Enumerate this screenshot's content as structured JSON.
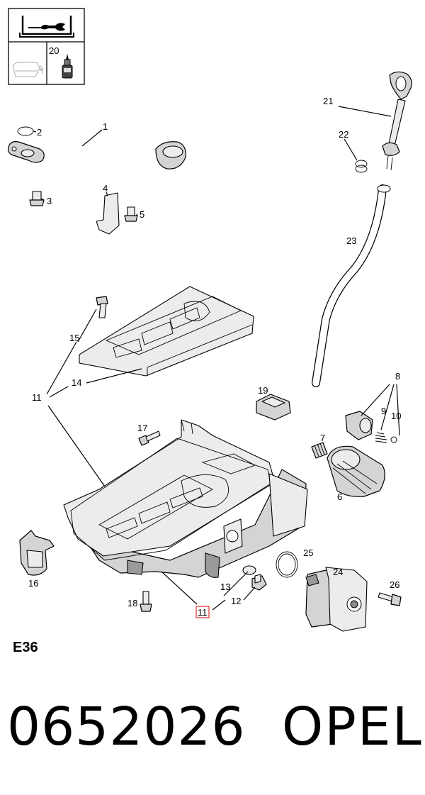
{
  "legend": {
    "item_label": "20"
  },
  "callouts": {
    "c1": "1",
    "c2": "2",
    "c3": "3",
    "c4": "4",
    "c5": "5",
    "c6": "6",
    "c7": "7",
    "c8": "8",
    "c9": "9",
    "c10": "10",
    "c11a": "11",
    "c11b": "11",
    "c12": "12",
    "c13": "13",
    "c14": "14",
    "c15": "15",
    "c16": "16",
    "c17": "17",
    "c18": "18",
    "c19": "19",
    "c21": "21",
    "c22": "22",
    "c23": "23",
    "c24": "24",
    "c25": "25",
    "c26": "26"
  },
  "highlight_color": "#e03030",
  "section_code": "E36",
  "footer": {
    "part_number": "0652026",
    "brand": "OPEL"
  }
}
